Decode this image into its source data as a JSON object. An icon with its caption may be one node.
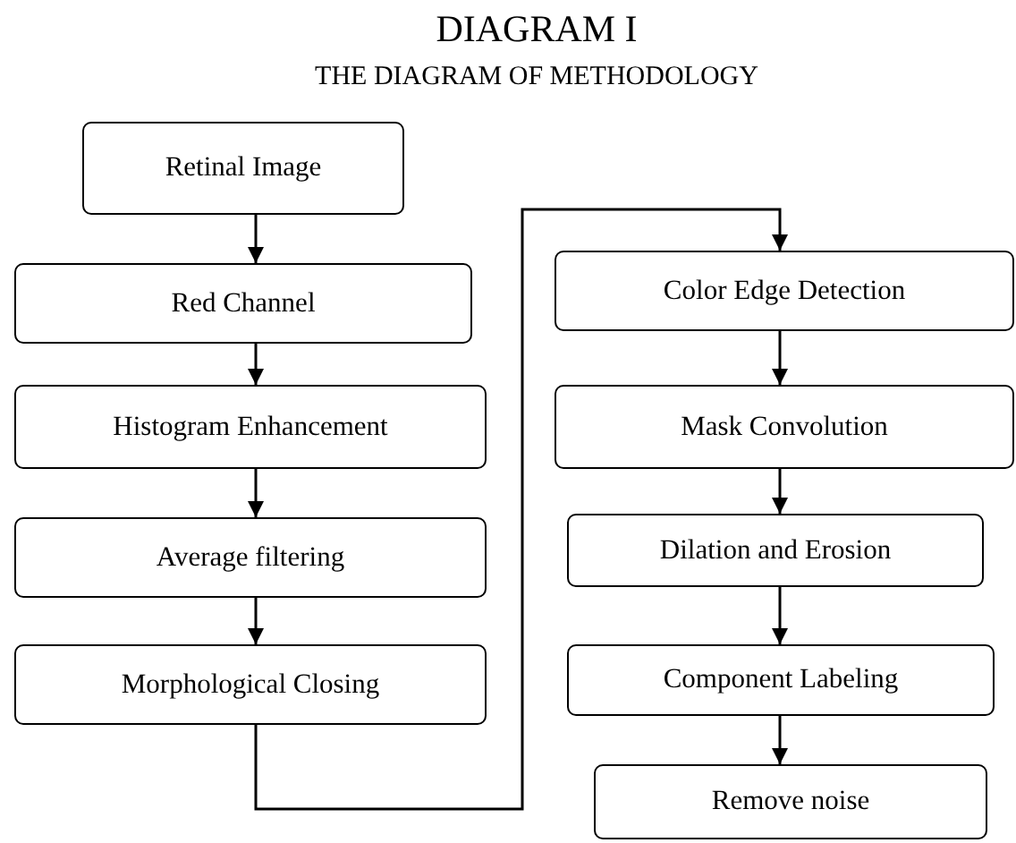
{
  "diagram": {
    "title": "DIAGRAM I",
    "nodes": [
      {
        "text": [
          "Retinal Image"
        ]
      },
      {
        "text": [
          "Red Channel"
        ]
      },
      {
        "text": [
          "Histogram Enhancement"
        ]
      },
      {
        "text": [
          "Average filtering"
        ]
      },
      {
        "text": [
          "Morphological Closing"
        ]
      },
      {
        "text": [
          "Color Edge Detection"
        ]
      },
      {
        "text": [
          "Mask Convolution"
        ]
      },
      {
        "text": [
          "Dilation and Erosion"
        ]
      },
      {
        "text": [
          "Component Labeling"
        ]
      },
      {
        "text": [
          "Remove noise"
        ]
      }
    ],
    "edges": [
      {
        "from": 0,
        "to": 1,
        "arrow": "to"
      },
      {
        "from": 1,
        "to": 2,
        "arrow": "to"
      },
      {
        "from": 2,
        "to": 3,
        "arrow": "to"
      },
      {
        "from": 3,
        "to": 4,
        "arrow": "to"
      },
      {
        "from": 4,
        "to": 5,
        "arrow": "to"
      },
      {
        "from": 5,
        "to": 6,
        "arrow": "to"
      },
      {
        "from": 6,
        "to": 7,
        "arrow": "to"
      },
      {
        "from": 7,
        "to": 8,
        "arrow": "to"
      },
      {
        "from": 8,
        "to": 9,
        "arrow": "to"
      }
    ],
    "labels": [
      "THE DIAGRAM OF METHODOLOGY"
    ]
  }
}
